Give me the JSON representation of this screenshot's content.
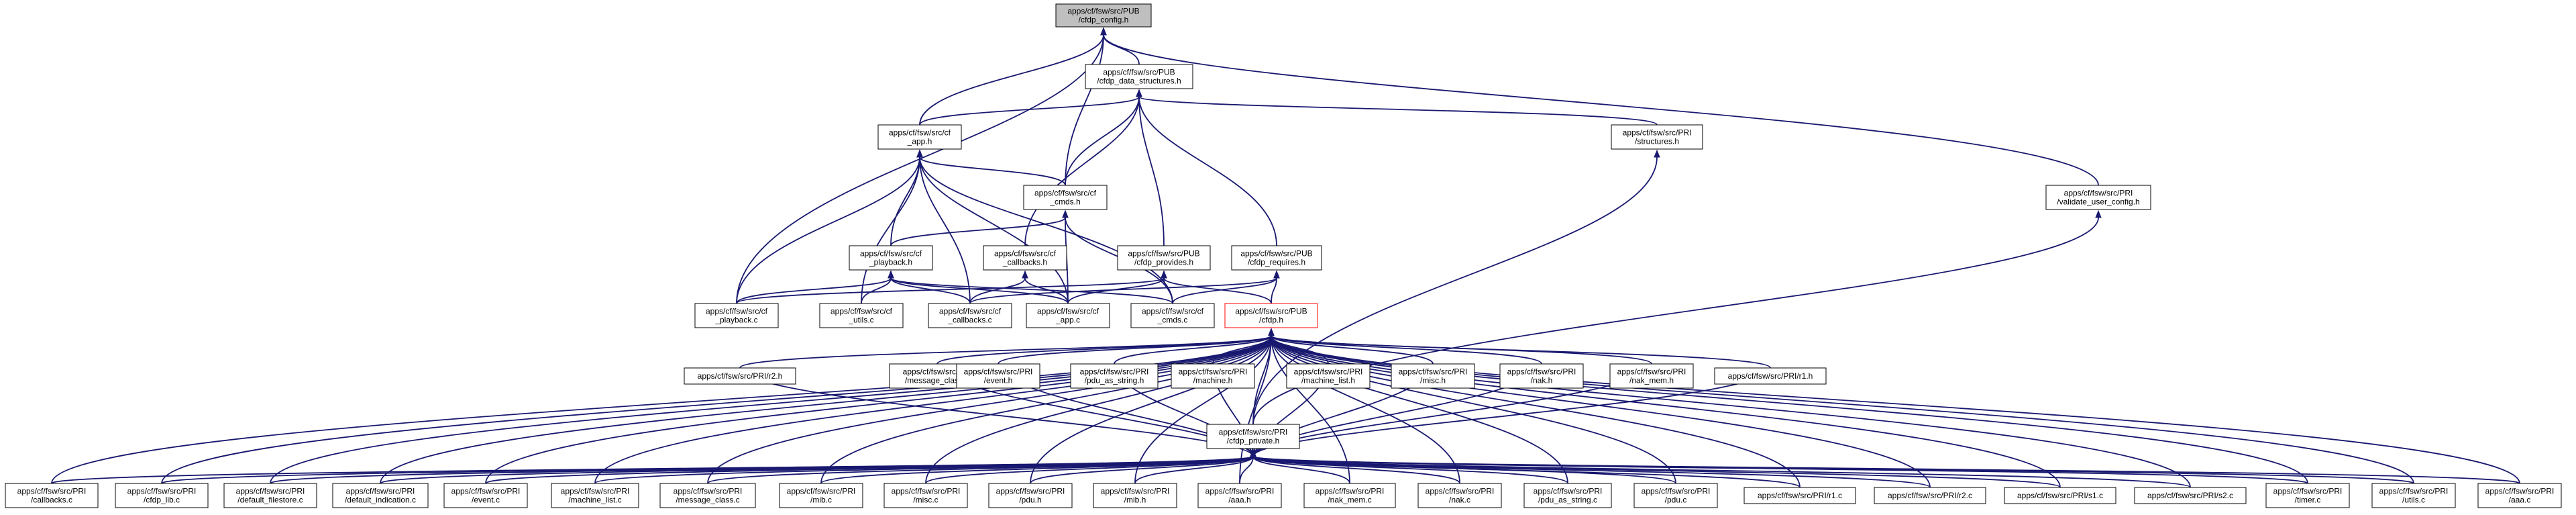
{
  "graph": {
    "edge_color": "#191970",
    "current_fill": "#bfbfbf",
    "highlight_stroke": "#ff0000",
    "nodes": [
      {
        "id": "cfdp_config",
        "lines": [
          "apps/cf/fsw/src/PUB",
          "/cfdp_config.h"
        ],
        "kind": "current"
      },
      {
        "id": "cfdp_data_structures",
        "lines": [
          "apps/cf/fsw/src/PUB",
          "/cfdp_data_structures.h"
        ]
      },
      {
        "id": "cf_app_h",
        "lines": [
          "apps/cf/fsw/src/cf",
          "_app.h"
        ]
      },
      {
        "id": "structures_h",
        "lines": [
          "apps/cf/fsw/src/PRI",
          "/structures.h"
        ]
      },
      {
        "id": "validate_user_config",
        "lines": [
          "apps/cf/fsw/src/PRI",
          "/validate_user_config.h"
        ]
      },
      {
        "id": "cf_cmds_h",
        "lines": [
          "apps/cf/fsw/src/cf",
          "_cmds.h"
        ]
      },
      {
        "id": "cf_playback_h",
        "lines": [
          "apps/cf/fsw/src/cf",
          "_playback.h"
        ]
      },
      {
        "id": "cf_callbacks_h",
        "lines": [
          "apps/cf/fsw/src/cf",
          "_callbacks.h"
        ]
      },
      {
        "id": "cfdp_provides",
        "lines": [
          "apps/cf/fsw/src/PUB",
          "/cfdp_provides.h"
        ]
      },
      {
        "id": "cfdp_requires",
        "lines": [
          "apps/cf/fsw/src/PUB",
          "/cfdp_requires.h"
        ]
      },
      {
        "id": "cf_playback_c",
        "lines": [
          "apps/cf/fsw/src/cf",
          "_playback.c"
        ]
      },
      {
        "id": "cf_utils_c",
        "lines": [
          "apps/cf/fsw/src/cf",
          "_utils.c"
        ]
      },
      {
        "id": "cf_callbacks_c",
        "lines": [
          "apps/cf/fsw/src/cf",
          "_callbacks.c"
        ]
      },
      {
        "id": "cf_app_c",
        "lines": [
          "apps/cf/fsw/src/cf",
          "_app.c"
        ]
      },
      {
        "id": "cf_cmds_c",
        "lines": [
          "apps/cf/fsw/src/cf",
          "_cmds.c"
        ]
      },
      {
        "id": "cfdp_h",
        "lines": [
          "apps/cf/fsw/src/PUB",
          "/cfdp.h"
        ],
        "kind": "highlight"
      },
      {
        "id": "r2_h",
        "lines": [
          "apps/cf/fsw/src/PRI/r2.h"
        ]
      },
      {
        "id": "message_class_h",
        "lines": [
          "apps/cf/fsw/src/PRI",
          "/message_class.h"
        ]
      },
      {
        "id": "event_h",
        "lines": [
          "apps/cf/fsw/src/PRI",
          "/event.h"
        ]
      },
      {
        "id": "pdu_as_string_h",
        "lines": [
          "apps/cf/fsw/src/PRI",
          "/pdu_as_string.h"
        ]
      },
      {
        "id": "machine_h",
        "lines": [
          "apps/cf/fsw/src/PRI",
          "/machine.h"
        ]
      },
      {
        "id": "machine_list_h",
        "lines": [
          "apps/cf/fsw/src/PRI",
          "/machine_list.h"
        ]
      },
      {
        "id": "misc_h",
        "lines": [
          "apps/cf/fsw/src/PRI",
          "/misc.h"
        ]
      },
      {
        "id": "nak_h",
        "lines": [
          "apps/cf/fsw/src/PRI",
          "/nak.h"
        ]
      },
      {
        "id": "nak_mem_h",
        "lines": [
          "apps/cf/fsw/src/PRI",
          "/nak_mem.h"
        ]
      },
      {
        "id": "r1_h",
        "lines": [
          "apps/cf/fsw/src/PRI/r1.h"
        ]
      },
      {
        "id": "cfdp_private",
        "lines": [
          "apps/cf/fsw/src/PRI",
          "/cfdp_private.h"
        ]
      },
      {
        "id": "callbacks_c",
        "lines": [
          "apps/cf/fsw/src/PRI",
          "/callbacks.c"
        ]
      },
      {
        "id": "cfdp_lib_c",
        "lines": [
          "apps/cf/fsw/src/PRI",
          "/cfdp_lib.c"
        ]
      },
      {
        "id": "default_filestore_c",
        "lines": [
          "apps/cf/fsw/src/PRI",
          "/default_filestore.c"
        ]
      },
      {
        "id": "default_indication_c",
        "lines": [
          "apps/cf/fsw/src/PRI",
          "/default_indication.c"
        ]
      },
      {
        "id": "event_c",
        "lines": [
          "apps/cf/fsw/src/PRI",
          "/event.c"
        ]
      },
      {
        "id": "machine_list_c",
        "lines": [
          "apps/cf/fsw/src/PRI",
          "/machine_list.c"
        ]
      },
      {
        "id": "message_class_c",
        "lines": [
          "apps/cf/fsw/src/PRI",
          "/message_class.c"
        ]
      },
      {
        "id": "mib_c",
        "lines": [
          "apps/cf/fsw/src/PRI",
          "/mib.c"
        ]
      },
      {
        "id": "misc_c",
        "lines": [
          "apps/cf/fsw/src/PRI",
          "/misc.c"
        ]
      },
      {
        "id": "pdu_h",
        "lines": [
          "apps/cf/fsw/src/PRI",
          "/pdu.h"
        ]
      },
      {
        "id": "mib_h",
        "lines": [
          "apps/cf/fsw/src/PRI",
          "/mib.h"
        ]
      },
      {
        "id": "aaa_h",
        "lines": [
          "apps/cf/fsw/src/PRI",
          "/aaa.h"
        ]
      },
      {
        "id": "nak_mem_c",
        "lines": [
          "apps/cf/fsw/src/PRI",
          "/nak_mem.c"
        ]
      },
      {
        "id": "nak_c",
        "lines": [
          "apps/cf/fsw/src/PRI",
          "/nak.c"
        ]
      },
      {
        "id": "pdu_as_string_c",
        "lines": [
          "apps/cf/fsw/src/PRI",
          "/pdu_as_string.c"
        ]
      },
      {
        "id": "pdu_c",
        "lines": [
          "apps/cf/fsw/src/PRI",
          "/pdu.c"
        ]
      },
      {
        "id": "r1_c",
        "lines": [
          "apps/cf/fsw/src/PRI/r1.c"
        ]
      },
      {
        "id": "r2_c",
        "lines": [
          "apps/cf/fsw/src/PRI/r2.c"
        ]
      },
      {
        "id": "s1_c",
        "lines": [
          "apps/cf/fsw/src/PRI/s1.c"
        ]
      },
      {
        "id": "s2_c",
        "lines": [
          "apps/cf/fsw/src/PRI/s2.c"
        ]
      },
      {
        "id": "timer_c",
        "lines": [
          "apps/cf/fsw/src/PRI",
          "/timer.c"
        ]
      },
      {
        "id": "utils_c",
        "lines": [
          "apps/cf/fsw/src/PRI",
          "/utils.c"
        ]
      },
      {
        "id": "aaa_c",
        "lines": [
          "apps/cf/fsw/src/PRI",
          "/aaa.c"
        ]
      }
    ],
    "edges": [
      [
        "cfdp_data_structures",
        "cfdp_config"
      ],
      [
        "cf_app_h",
        "cfdp_config"
      ],
      [
        "cf_cmds_h",
        "cfdp_config"
      ],
      [
        "validate_user_config",
        "cfdp_config"
      ],
      [
        "cf_playback_c",
        "cfdp_config"
      ],
      [
        "cf_app_h",
        "cfdp_data_structures"
      ],
      [
        "structures_h",
        "cfdp_data_structures"
      ],
      [
        "cf_cmds_h",
        "cfdp_data_structures"
      ],
      [
        "cf_callbacks_h",
        "cfdp_data_structures"
      ],
      [
        "cfdp_provides",
        "cfdp_data_structures"
      ],
      [
        "cfdp_requires",
        "cfdp_data_structures"
      ],
      [
        "cf_cmds_h",
        "cf_app_h"
      ],
      [
        "cf_playback_h",
        "cf_app_h"
      ],
      [
        "cf_playback_c",
        "cf_app_h"
      ],
      [
        "cf_utils_c",
        "cf_app_h"
      ],
      [
        "cf_callbacks_c",
        "cf_app_h"
      ],
      [
        "cf_app_c",
        "cf_app_h"
      ],
      [
        "cf_cmds_c",
        "cf_app_h"
      ],
      [
        "cf_playback_h",
        "cf_cmds_h"
      ],
      [
        "cf_app_c",
        "cf_cmds_h"
      ],
      [
        "cf_cmds_c",
        "cf_cmds_h"
      ],
      [
        "cf_playback_c",
        "cf_playback_h"
      ],
      [
        "cf_utils_c",
        "cf_playback_h"
      ],
      [
        "cf_callbacks_c",
        "cf_playback_h"
      ],
      [
        "cf_app_c",
        "cf_playback_h"
      ],
      [
        "cf_cmds_c",
        "cf_playback_h"
      ],
      [
        "cf_callbacks_c",
        "cf_callbacks_h"
      ],
      [
        "cf_app_c",
        "cf_callbacks_h"
      ],
      [
        "cf_playback_c",
        "cfdp_provides"
      ],
      [
        "cf_app_c",
        "cfdp_provides"
      ],
      [
        "cf_cmds_c",
        "cfdp_provides"
      ],
      [
        "cfdp_h",
        "cfdp_provides"
      ],
      [
        "cf_callbacks_c",
        "cfdp_requires"
      ],
      [
        "cf_cmds_c",
        "cfdp_requires"
      ],
      [
        "cfdp_h",
        "cfdp_requires"
      ],
      [
        "cfdp_private",
        "structures_h"
      ],
      [
        "cfdp_private",
        "validate_user_config"
      ],
      [
        "r2_h",
        "cfdp_h"
      ],
      [
        "message_class_h",
        "cfdp_h"
      ],
      [
        "event_h",
        "cfdp_h"
      ],
      [
        "pdu_as_string_h",
        "cfdp_h"
      ],
      [
        "machine_h",
        "cfdp_h"
      ],
      [
        "machine_list_h",
        "cfdp_h"
      ],
      [
        "misc_h",
        "cfdp_h"
      ],
      [
        "nak_h",
        "cfdp_h"
      ],
      [
        "nak_mem_h",
        "cfdp_h"
      ],
      [
        "r1_h",
        "cfdp_h"
      ],
      [
        "cfdp_private",
        "cfdp_h"
      ],
      [
        "callbacks_c",
        "cfdp_h"
      ],
      [
        "cfdp_lib_c",
        "cfdp_h"
      ],
      [
        "default_filestore_c",
        "cfdp_h"
      ],
      [
        "default_indication_c",
        "cfdp_h"
      ],
      [
        "event_c",
        "cfdp_h"
      ],
      [
        "machine_list_c",
        "cfdp_h"
      ],
      [
        "message_class_c",
        "cfdp_h"
      ],
      [
        "mib_c",
        "cfdp_h"
      ],
      [
        "misc_c",
        "cfdp_h"
      ],
      [
        "pdu_h",
        "cfdp_h"
      ],
      [
        "mib_h",
        "cfdp_h"
      ],
      [
        "aaa_h",
        "cfdp_h"
      ],
      [
        "nak_mem_c",
        "cfdp_h"
      ],
      [
        "nak_c",
        "cfdp_h"
      ],
      [
        "pdu_as_string_c",
        "cfdp_h"
      ],
      [
        "pdu_c",
        "cfdp_h"
      ],
      [
        "r1_c",
        "cfdp_h"
      ],
      [
        "r2_c",
        "cfdp_h"
      ],
      [
        "s1_c",
        "cfdp_h"
      ],
      [
        "s2_c",
        "cfdp_h"
      ],
      [
        "timer_c",
        "cfdp_h"
      ],
      [
        "utils_c",
        "cfdp_h"
      ],
      [
        "aaa_c",
        "cfdp_h"
      ],
      [
        "r2_h",
        "cfdp_private"
      ],
      [
        "message_class_h",
        "cfdp_private"
      ],
      [
        "event_h",
        "cfdp_private"
      ],
      [
        "pdu_as_string_h",
        "cfdp_private"
      ],
      [
        "machine_h",
        "cfdp_private"
      ],
      [
        "machine_list_h",
        "cfdp_private"
      ],
      [
        "misc_h",
        "cfdp_private"
      ],
      [
        "nak_h",
        "cfdp_private"
      ],
      [
        "nak_mem_h",
        "cfdp_private"
      ],
      [
        "r1_h",
        "cfdp_private"
      ],
      [
        "callbacks_c",
        "cfdp_private"
      ],
      [
        "cfdp_lib_c",
        "cfdp_private"
      ],
      [
        "default_filestore_c",
        "cfdp_private"
      ],
      [
        "default_indication_c",
        "cfdp_private"
      ],
      [
        "event_c",
        "cfdp_private"
      ],
      [
        "machine_list_c",
        "cfdp_private"
      ],
      [
        "message_class_c",
        "cfdp_private"
      ],
      [
        "mib_c",
        "cfdp_private"
      ],
      [
        "misc_c",
        "cfdp_private"
      ],
      [
        "pdu_h",
        "cfdp_private"
      ],
      [
        "mib_h",
        "cfdp_private"
      ],
      [
        "aaa_h",
        "cfdp_private"
      ],
      [
        "nak_mem_c",
        "cfdp_private"
      ],
      [
        "nak_c",
        "cfdp_private"
      ],
      [
        "pdu_as_string_c",
        "cfdp_private"
      ],
      [
        "pdu_c",
        "cfdp_private"
      ],
      [
        "r1_c",
        "cfdp_private"
      ],
      [
        "r2_c",
        "cfdp_private"
      ],
      [
        "s1_c",
        "cfdp_private"
      ],
      [
        "s2_c",
        "cfdp_private"
      ],
      [
        "timer_c",
        "cfdp_private"
      ],
      [
        "utils_c",
        "cfdp_private"
      ],
      [
        "aaa_c",
        "cfdp_private"
      ]
    ]
  }
}
